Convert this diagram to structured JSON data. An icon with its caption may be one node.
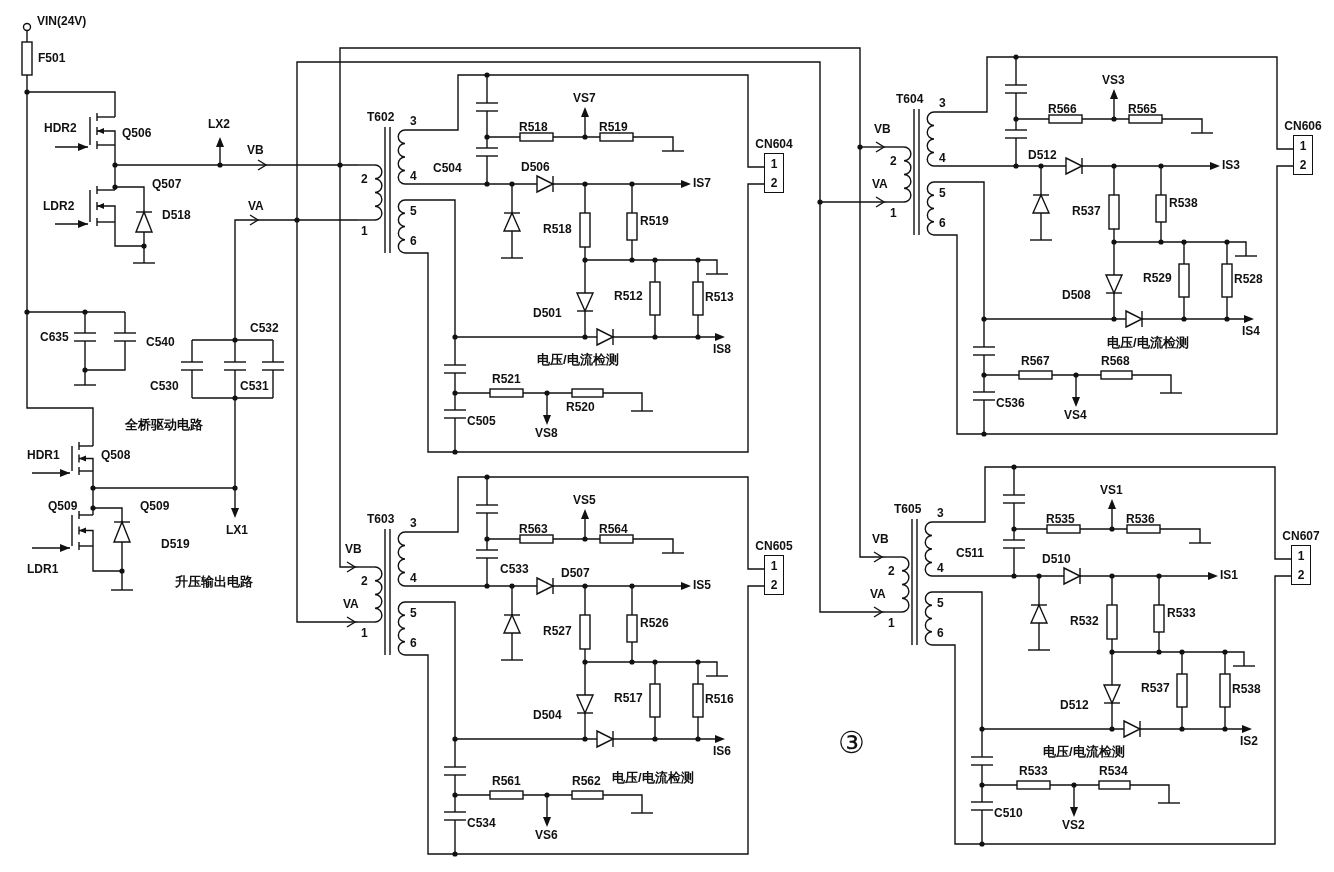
{
  "diagram": {
    "nodes": [
      {
        "text": [
          "CN604",
          "1",
          "2"
        ]
      },
      {
        "text": [
          "CN605",
          "1",
          "2"
        ]
      },
      {
        "text": [
          "CN606",
          "1",
          "2"
        ]
      },
      {
        "text": [
          "CN607",
          "1",
          "2"
        ]
      }
    ],
    "labels": [
      "VIN(24V)",
      "F501",
      "HDR2",
      "Q506",
      "LX2",
      "VB",
      "Q507",
      "LDR2",
      "D518",
      "VA",
      "C532",
      "C635",
      "C540",
      "C530",
      "C531",
      "全桥驱动电路",
      "HDR1",
      "Q508",
      "Q509",
      "Q509",
      "LX1",
      "D519",
      "LDR1",
      "升压输出电路",
      "T602",
      "3",
      "2",
      "4",
      "5",
      "1",
      "6",
      "VS7",
      "R518",
      "R519",
      "C504",
      "D506",
      "IS7",
      "R518",
      "R519",
      "R512",
      "R513",
      "D501",
      "IS8",
      "电压/电流检测",
      "R521",
      "R520",
      "C505",
      "VS8",
      "T603",
      "3",
      "VB",
      "2",
      "4",
      "VA",
      "5",
      "1",
      "6",
      "VS5",
      "R563",
      "R564",
      "C533",
      "D507",
      "IS5",
      "R527",
      "R526",
      "R517",
      "R516",
      "D504",
      "IS6",
      "电压/电流检测",
      "R561",
      "R562",
      "C534",
      "VS6",
      "T604",
      "3",
      "VB",
      "2",
      "4",
      "VA",
      "5",
      "1",
      "6",
      "VS3",
      "R566",
      "R565",
      "D512",
      "IS3",
      "R537",
      "R538",
      "R529",
      "R528",
      "D508",
      "IS4",
      "电压/电流检测",
      "R567",
      "R568",
      "C536",
      "VS4",
      "T605",
      "3",
      "VB",
      "2",
      "4",
      "VA",
      "5",
      "1",
      "6",
      "VS1",
      "R535",
      "R536",
      "C511",
      "D510",
      "IS1",
      "R532",
      "R533",
      "R537",
      "R538",
      "D512",
      "IS2",
      "电压/电流检测",
      "R533",
      "R534",
      "C510",
      "VS2",
      "③"
    ]
  }
}
